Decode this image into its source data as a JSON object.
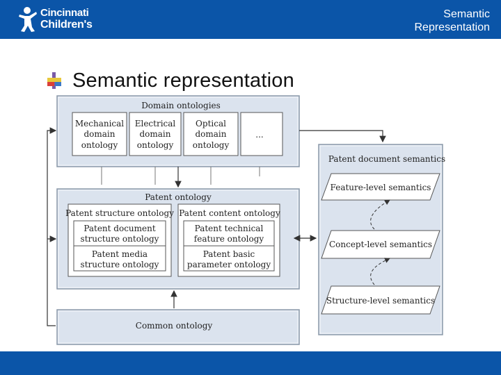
{
  "header": {
    "logo_line1": "Cincinnati",
    "logo_line2": "Children's",
    "title_line1": "Semantic",
    "title_line2": "Representation"
  },
  "heading": "Semantic representation",
  "diagram": {
    "domain_ontologies": {
      "title": "Domain ontologies",
      "mechanical": [
        "Mechanical",
        "domain",
        "ontology"
      ],
      "electrical": [
        "Electrical",
        "domain",
        "ontology"
      ],
      "optical": [
        "Optical",
        "domain",
        "ontology"
      ],
      "more": "..."
    },
    "patent_ontology": {
      "title": "Patent ontology",
      "structure": {
        "title": "Patent structure ontology",
        "document": [
          "Patent document",
          "structure ontology"
        ],
        "media": [
          "Patent media",
          "structure ontology"
        ]
      },
      "content": {
        "title": "Patent content ontology",
        "technical": [
          "Patent technical",
          "feature ontology"
        ],
        "basic": [
          "Patent basic",
          "parameter ontology"
        ]
      }
    },
    "common_ontology": "Common ontology",
    "document_semantics": {
      "title": "Patent document semantics",
      "feature": "Feature-level semantics",
      "concept": "Concept-level semantics",
      "structure": "Structure-level semantics"
    }
  },
  "colors": {
    "header_bg": "#0b55a8",
    "panel_fill": "#dbe3ee",
    "box_border": "#555555"
  }
}
